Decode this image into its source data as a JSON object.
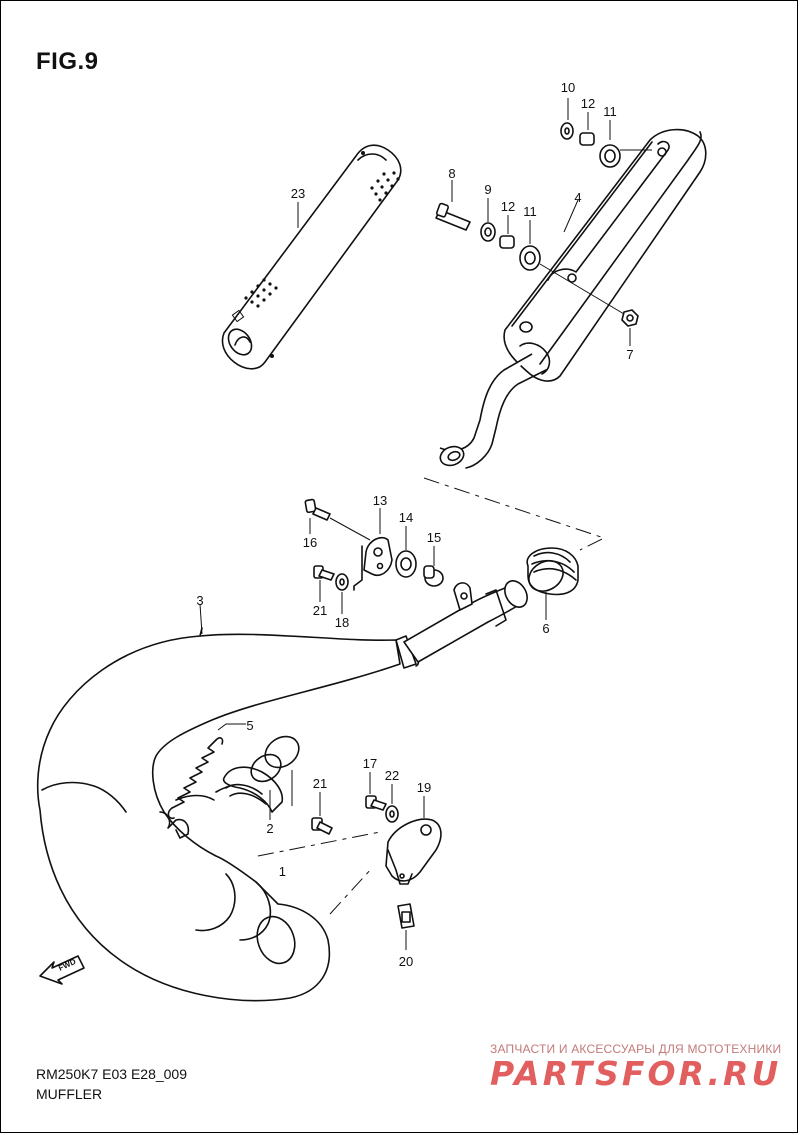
{
  "figure": {
    "title": "FIG.9",
    "code": "RM250K7 E03 E28_009",
    "name": "MUFFLER"
  },
  "fwd_label": "FWD",
  "watermark": {
    "subtitle": "ЗАПЧАСТИ И АКСЕССУАРЫ ДЛЯ МОТОТЕХНИКИ",
    "logo": "PARTSFOR.RU"
  },
  "callouts": [
    {
      "id": "c1",
      "label": "1"
    },
    {
      "id": "c2",
      "label": "2"
    },
    {
      "id": "c3",
      "label": "3"
    },
    {
      "id": "c4",
      "label": "4"
    },
    {
      "id": "c5",
      "label": "5"
    },
    {
      "id": "c6",
      "label": "6"
    },
    {
      "id": "c7",
      "label": "7"
    },
    {
      "id": "c8",
      "label": "8"
    },
    {
      "id": "c9",
      "label": "9"
    },
    {
      "id": "c10",
      "label": "10"
    },
    {
      "id": "c11a",
      "label": "11"
    },
    {
      "id": "c11b",
      "label": "11"
    },
    {
      "id": "c12a",
      "label": "12"
    },
    {
      "id": "c12b",
      "label": "12"
    },
    {
      "id": "c13",
      "label": "13"
    },
    {
      "id": "c14",
      "label": "14"
    },
    {
      "id": "c15",
      "label": "15"
    },
    {
      "id": "c16",
      "label": "16"
    },
    {
      "id": "c17",
      "label": "17"
    },
    {
      "id": "c18",
      "label": "18"
    },
    {
      "id": "c19",
      "label": "19"
    },
    {
      "id": "c20",
      "label": "20"
    },
    {
      "id": "c21a",
      "label": "21"
    },
    {
      "id": "c21b",
      "label": "21"
    },
    {
      "id": "c22",
      "label": "22"
    },
    {
      "id": "c23",
      "label": "23"
    }
  ]
}
